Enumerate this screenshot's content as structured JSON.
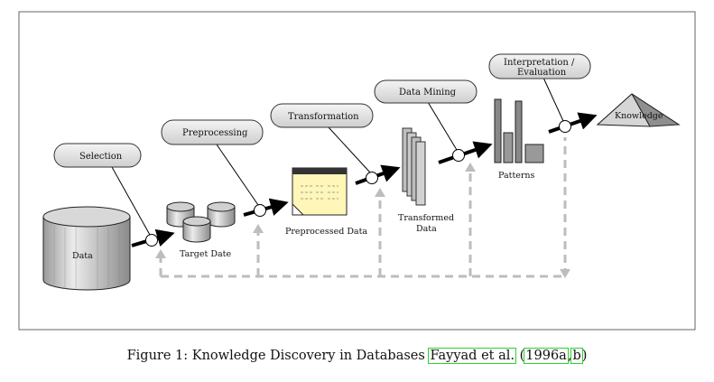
{
  "diagram": {
    "stages": {
      "selection": "Selection",
      "preprocessing": "Preprocessing",
      "transformation": "Transformation",
      "data_mining": "Data Mining",
      "interpretation_line1": "Interpretation /",
      "interpretation_line2": "Evaluation"
    },
    "items": {
      "data": "Data",
      "target": "Target Date",
      "preprocessed": "Preprocessed Data",
      "transformed_line1": "Transformed",
      "transformed_line2": "Data",
      "patterns": "Patterns",
      "knowledge": "Knowledge"
    }
  },
  "caption": {
    "prefix": "Figure 1: Knowledge Discovery in Databases ",
    "ref_authors": "Fayyad et al.",
    "open_paren": " (",
    "ref_year_a": "1996a",
    "comma": ",",
    "ref_year_b": "b",
    "close_paren": ")"
  },
  "colors": {
    "frame": "#666666",
    "arrow": "#000000",
    "feedback": "#bdbdbd",
    "bubble_fill": "#e4e4e4",
    "note_fill": "#fff6b8",
    "link_box": "#2bd32b"
  }
}
